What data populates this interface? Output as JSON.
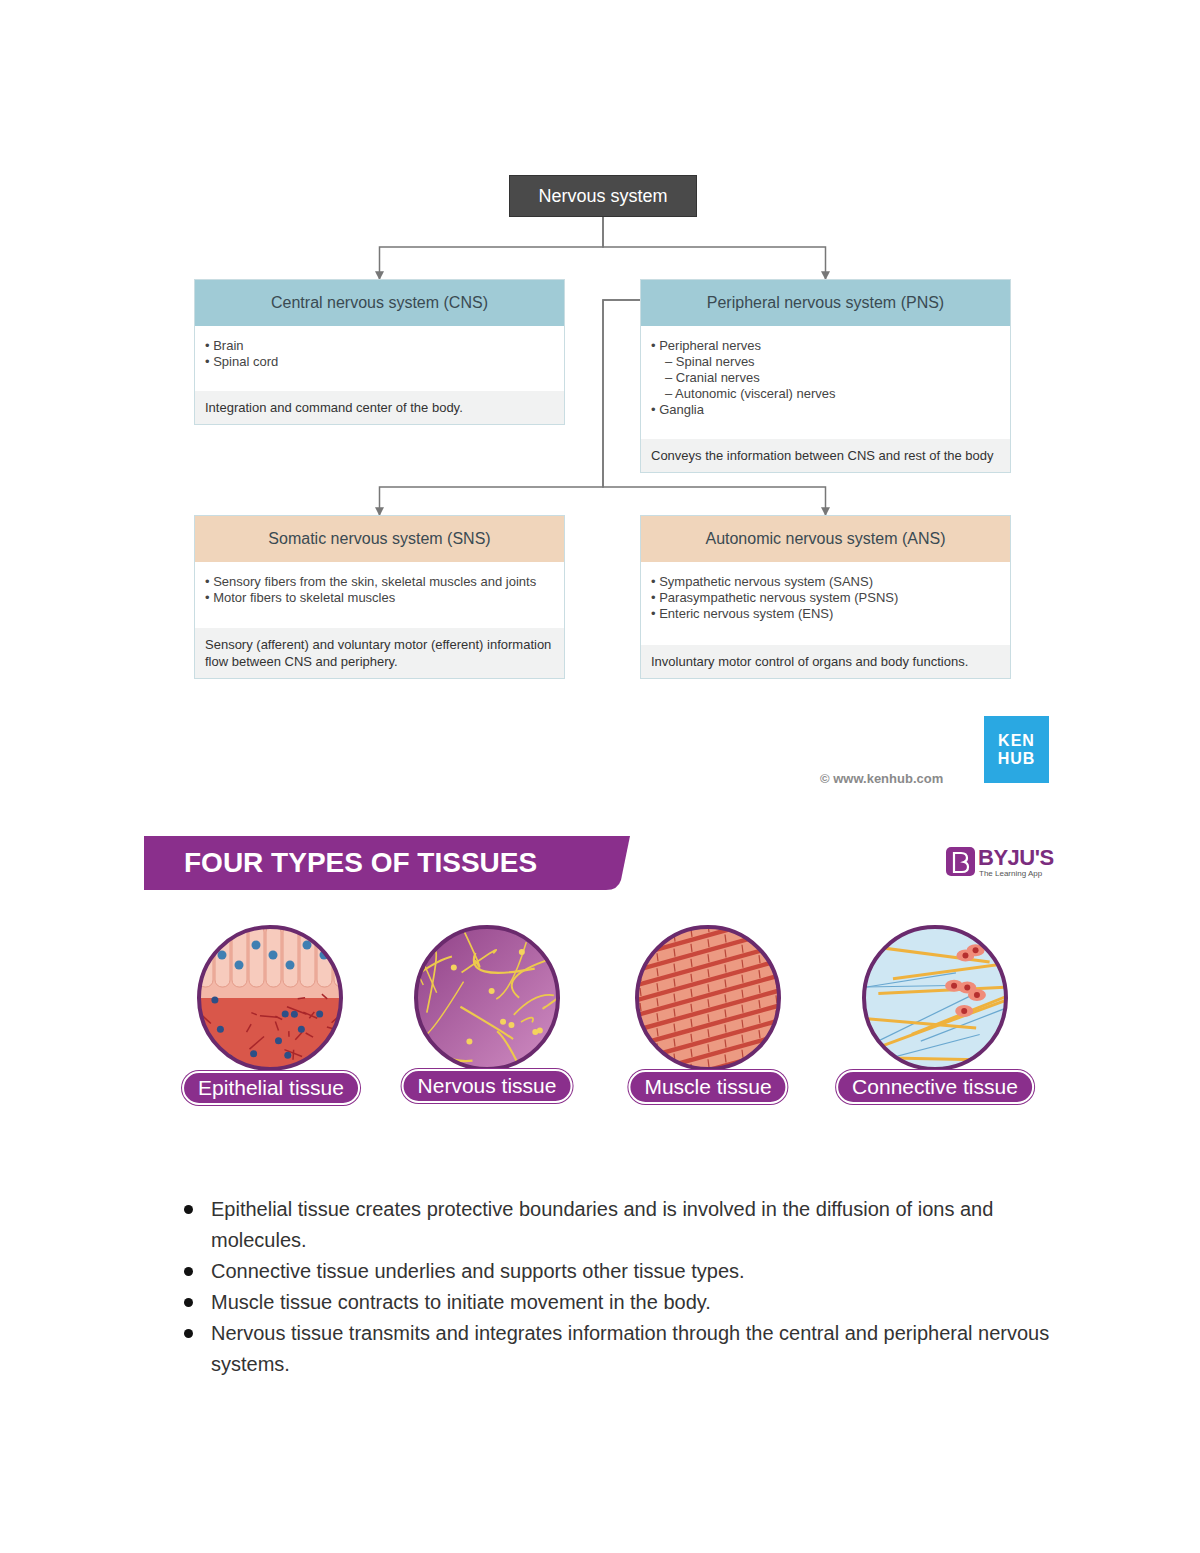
{
  "diagram": {
    "nodes": [
      {
        "text": [
          "Nervous system"
        ]
      },
      {
        "text": [
          "Central nervous system (CNS)",
          "• Brain",
          "• Spinal cord",
          "Integration and command center of the body."
        ]
      },
      {
        "text": [
          "Peripheral nervous system (PNS)",
          "• Peripheral nerves",
          "– Spinal nerves",
          "– Cranial nerves",
          "– Autonomic (visceral) nerves",
          "• Ganglia",
          "Conveys the information between CNS and rest of the body"
        ]
      },
      {
        "text": [
          "Somatic nervous system (SNS)",
          "• Sensory fibers from the skin, skeletal muscles and joints",
          "• Motor fibers to skeletal muscles",
          "Sensory (afferent) and voluntary motor (efferent) information flow between CNS and periphery."
        ]
      },
      {
        "text": [
          "Autonomic nervous system (ANS)",
          "• Sympathetic nervous system (SANS)",
          "• Parasympathetic nervous system (PSNS)",
          "• Enteric nervous system (ENS)",
          "Involuntary motor control of organs and body functions."
        ]
      },
      {
        "text": [
          "KEN HUB"
        ]
      },
      {
        "text": [
          "FOUR TYPES OF TISSUES"
        ]
      },
      {
        "text": [
          "Epithelial tissue"
        ]
      },
      {
        "text": [
          "Nervous tissue"
        ]
      },
      {
        "text": [
          "Muscle tissue"
        ]
      },
      {
        "text": [
          "Connective tissue"
        ]
      }
    ],
    "edges": [
      {
        "from": 0,
        "to": 1,
        "arrow": "to"
      },
      {
        "from": 0,
        "to": 2,
        "arrow": "to"
      },
      {
        "from": 2,
        "to": 3,
        "arrow": "to"
      },
      {
        "from": 2,
        "to": 4,
        "arrow": "to"
      }
    ],
    "labels": [
      "© www.kenhub.com",
      "BYJU'S",
      "The Learning App",
      "Epithelial tissue creates protective boundaries and is involved in the diffusion of ions and molecules.",
      "Connective tissue underlies and supports other tissue types.",
      "Muscle tissue contracts to initiate movement in the body.",
      "Nervous tissue transmits and integrates information through the central and peripheral nervous systems."
    ]
  }
}
